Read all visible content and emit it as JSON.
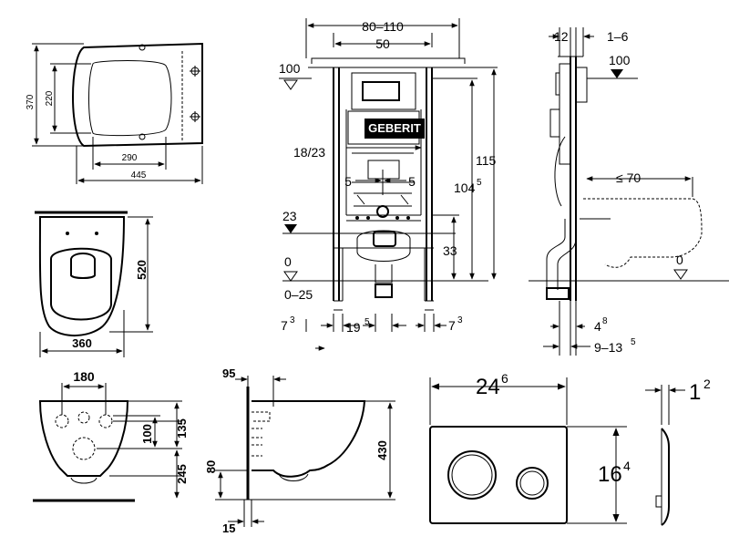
{
  "seat": {
    "w_total": "445",
    "w_inner": "290",
    "h_total": "370",
    "h_inner": "220"
  },
  "bowl_top": {
    "depth": "520",
    "width": "360"
  },
  "frame": {
    "width_range": "80–110",
    "width_inner": "50",
    "level_100": "100",
    "level_23": "23",
    "level_0": "0",
    "level_0_25": "0–25",
    "spacing_18_23": "18/23",
    "offset_5_left": "5",
    "offset_5_right": "5",
    "height_115": "115",
    "height_104": "104",
    "height_104_sup": "5",
    "height_33": "33",
    "bottom_7_left": "7",
    "bottom_7_left_sup": "3",
    "bottom_19": "19",
    "bottom_19_sup": "5",
    "bottom_7_right": "7",
    "bottom_7_right_sup": "3",
    "brand": "GEBERIT"
  },
  "side": {
    "top_12": "12",
    "top_1_6": "1–6",
    "level_100": "100",
    "depth_70": "≤ 70",
    "level_0": "0",
    "bottom_4": "4",
    "bottom_4_sup": "8",
    "bottom_9_13": "9–13",
    "bottom_9_13_sup": "5"
  },
  "bowl_front": {
    "width_180": "180",
    "h_135": "135",
    "h_100": "100",
    "h_245": "245"
  },
  "bowl_side": {
    "top_95": "95",
    "h_430": "430",
    "h_80": "80",
    "bottom_15": "15"
  },
  "plate": {
    "width": "24",
    "width_sup": "6",
    "height": "16",
    "height_sup": "4",
    "thickness": "1",
    "thickness_sup": "2"
  }
}
